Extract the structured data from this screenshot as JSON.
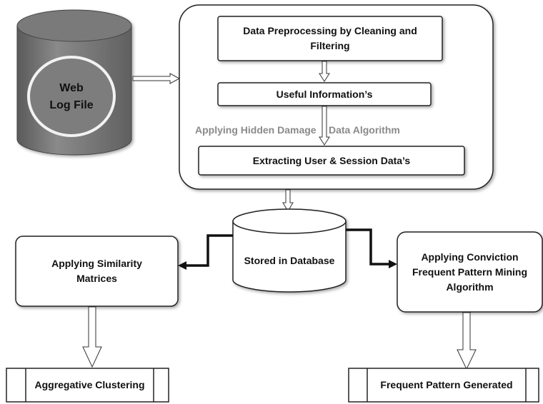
{
  "web_log": {
    "line1": "Web",
    "line2": "Log File"
  },
  "container_steps": {
    "preprocess_line1": "Data Preprocessing by Cleaning and",
    "preprocess_line2": "Filtering",
    "useful_info": "Useful Information’s",
    "hint_left": "Applying Hidden Damage",
    "hint_right": "Data Algorithm",
    "extract": "Extracting User & Session Data’s"
  },
  "database": {
    "label": "Stored in Database"
  },
  "left_branch": {
    "similarity_line1": "Applying Similarity",
    "similarity_line2": "Matrices",
    "result": "Aggregative Clustering"
  },
  "right_branch": {
    "conviction_line1": "Applying Conviction",
    "conviction_line2": "Frequent Pattern Mining",
    "conviction_line3": "Algorithm",
    "result": "Frequent Pattern Generated"
  }
}
